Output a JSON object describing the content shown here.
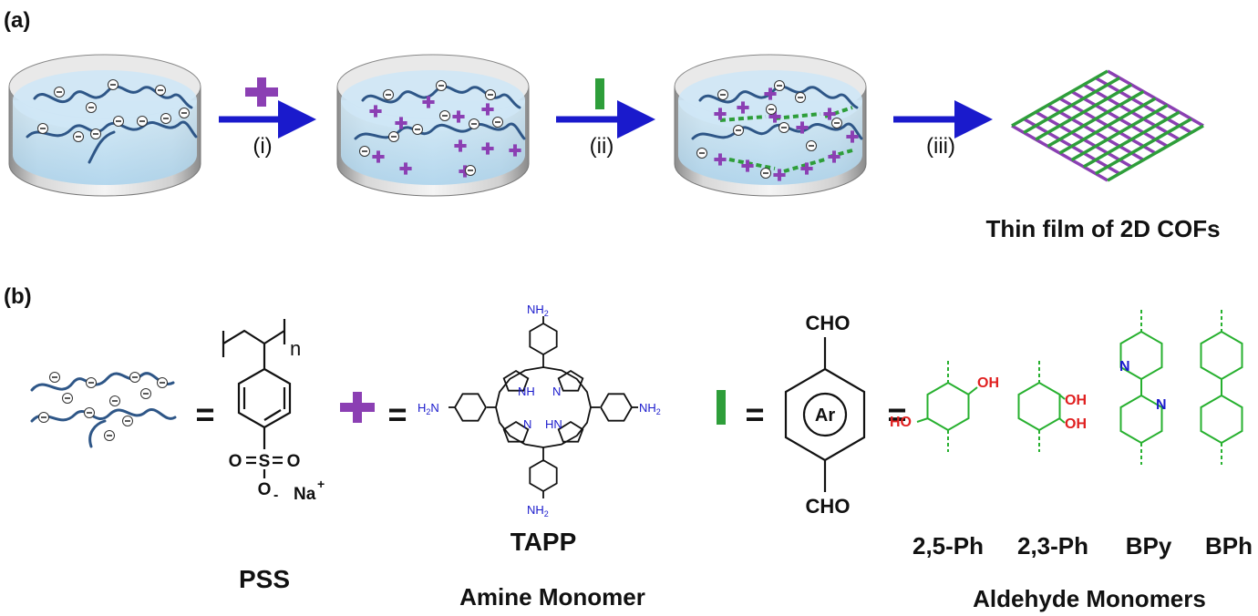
{
  "panels": {
    "a": {
      "label": "(a)"
    },
    "b": {
      "label": "(b)"
    }
  },
  "steps": [
    "(i)",
    "(ii)",
    "(iii)"
  ],
  "result_caption": "Thin film of 2D COFs",
  "equals": "=",
  "charge": {
    "minus": "−",
    "plus": "+"
  },
  "pss": {
    "caption": "PSS",
    "subscript": "n",
    "sulfonate_left": "O",
    "sulfonate_s": "S",
    "sulfonate_right": "O",
    "sulfonate_bottom": "O",
    "minus": "-",
    "counter_ion": "Na",
    "counter_charge": "+"
  },
  "tapp": {
    "caption": "TAPP",
    "group_caption": "Amine Monomer",
    "nh2": "NH",
    "nh2_sub": "2",
    "h2n": "H",
    "h2n_tail": "N",
    "nh": "NH",
    "hn": "HN",
    "n": "N"
  },
  "aldehyde": {
    "cho": "CHO",
    "ar": "Ar",
    "group_caption": "Aldehyde Monomers",
    "oh": "OH",
    "ho": "HO",
    "n": "N",
    "names": [
      "2,5-Ph",
      "2,3-Ph",
      "BPy",
      "BPh"
    ]
  },
  "colors": {
    "arrow": "#1a1acc",
    "purple": "#8b3fb3",
    "green": "#2e9e3a",
    "chain": "#2e5687",
    "red_text": "#e02020",
    "blue_text": "#1a1acc",
    "green_struct": "#27b02f"
  }
}
